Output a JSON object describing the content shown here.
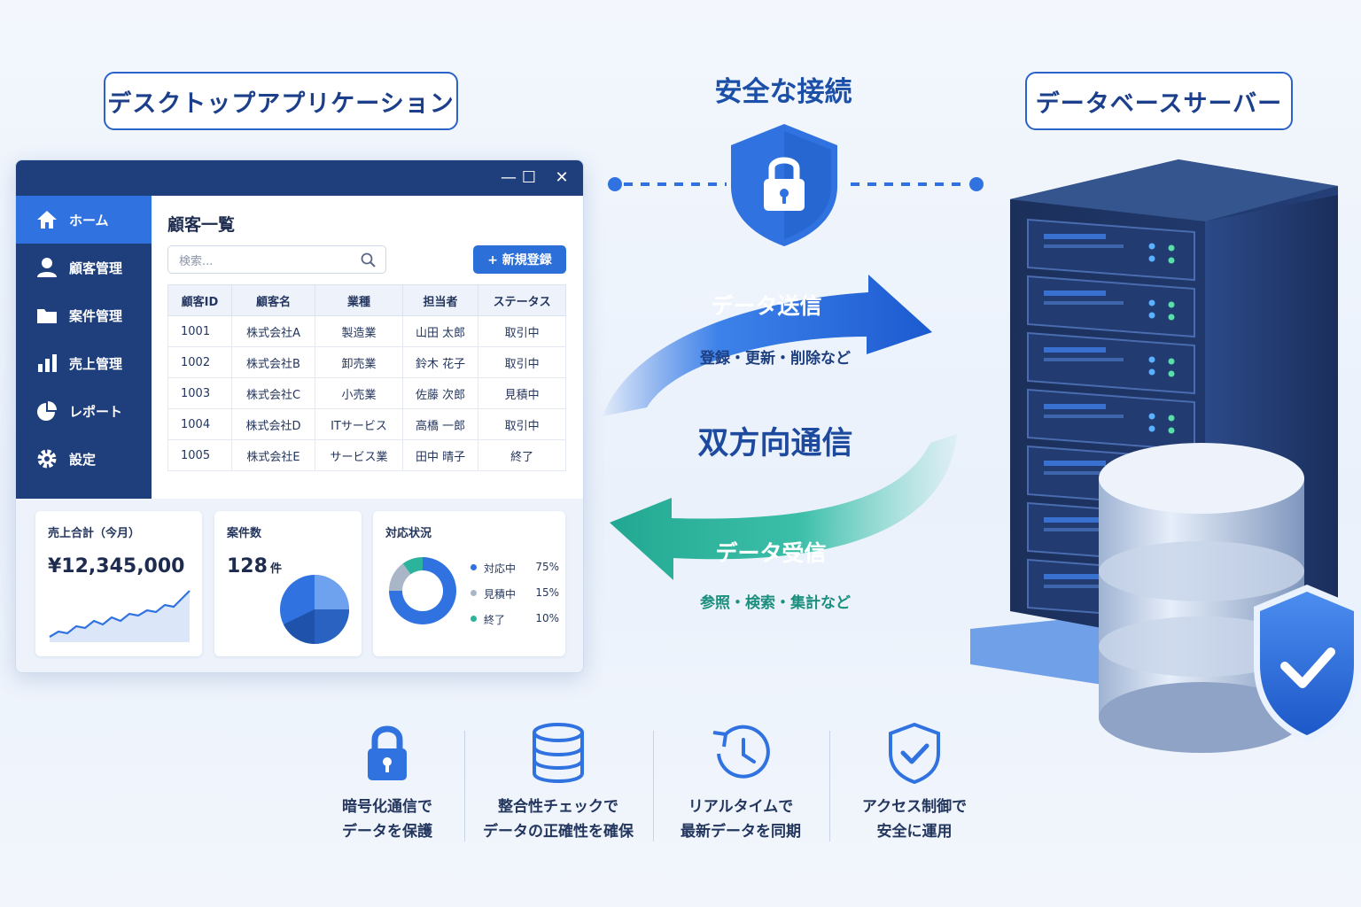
{
  "labels": {
    "desktop_app": "デスクトップアプリケーション",
    "secure_connection": "安全な接続",
    "db_server": "データベースサーバー"
  },
  "window": {
    "controls": {
      "minimize": "—",
      "maximize": "☐",
      "close": "✕"
    },
    "sidebar": [
      {
        "label": "ホーム",
        "icon": "home-icon",
        "active": true
      },
      {
        "label": "顧客管理",
        "icon": "user-icon"
      },
      {
        "label": "案件管理",
        "icon": "folder-icon"
      },
      {
        "label": "売上管理",
        "icon": "bar-chart-icon"
      },
      {
        "label": "レポート",
        "icon": "pie-chart-icon"
      },
      {
        "label": "設定",
        "icon": "gear-icon"
      }
    ],
    "page_title": "顧客一覧",
    "search_placeholder": "検索...",
    "new_button": "+ 新規登録",
    "table": {
      "headers": [
        "顧客ID",
        "顧客名",
        "業種",
        "担当者",
        "ステータス"
      ],
      "rows": [
        [
          "1001",
          "株式会社A",
          "製造業",
          "山田 太郎",
          "取引中"
        ],
        [
          "1002",
          "株式会社B",
          "卸売業",
          "鈴木 花子",
          "取引中"
        ],
        [
          "1003",
          "株式会社C",
          "小売業",
          "佐藤 次郎",
          "見積中"
        ],
        [
          "1004",
          "株式会社D",
          "ITサービス",
          "高橋 一郎",
          "取引中"
        ],
        [
          "1005",
          "株式会社E",
          "サービス業",
          "田中 晴子",
          "終了"
        ]
      ]
    },
    "cards": {
      "sales": {
        "title": "売上合計（今月）",
        "value": "¥12,345,000"
      },
      "cases": {
        "title": "案件数",
        "value": "128",
        "unit": "件"
      },
      "status": {
        "title": "対応状況",
        "items": [
          {
            "label": "対応中",
            "value": "75%",
            "fraction": 0.75,
            "color": "#2f72e0"
          },
          {
            "label": "見積中",
            "value": "15%",
            "fraction": 0.15,
            "color": "#a9b6c8"
          },
          {
            "label": "終了",
            "value": "10%",
            "fraction": 0.1,
            "color": "#2cb39b"
          }
        ]
      }
    }
  },
  "center": {
    "send": "データ送信",
    "send_sub": "登録・更新・削除など",
    "bidirectional": "双方向通信",
    "receive": "データ受信",
    "receive_sub": "参照・検索・集計など"
  },
  "features": [
    {
      "icon": "lock-icon",
      "line1": "暗号化通信で",
      "line2": "データを保護"
    },
    {
      "icon": "database-icon",
      "line1": "整合性チェックで",
      "line2": "データの正確性を確保"
    },
    {
      "icon": "clock-sync-icon",
      "line1": "リアルタイムで",
      "line2": "最新データを同期"
    },
    {
      "icon": "shield-check-icon",
      "line1": "アクセス制御で",
      "line2": "安全に運用"
    }
  ],
  "colors": {
    "primary": "#2f72e0",
    "navy": "#1e3f7c",
    "teal": "#2cb39b"
  }
}
